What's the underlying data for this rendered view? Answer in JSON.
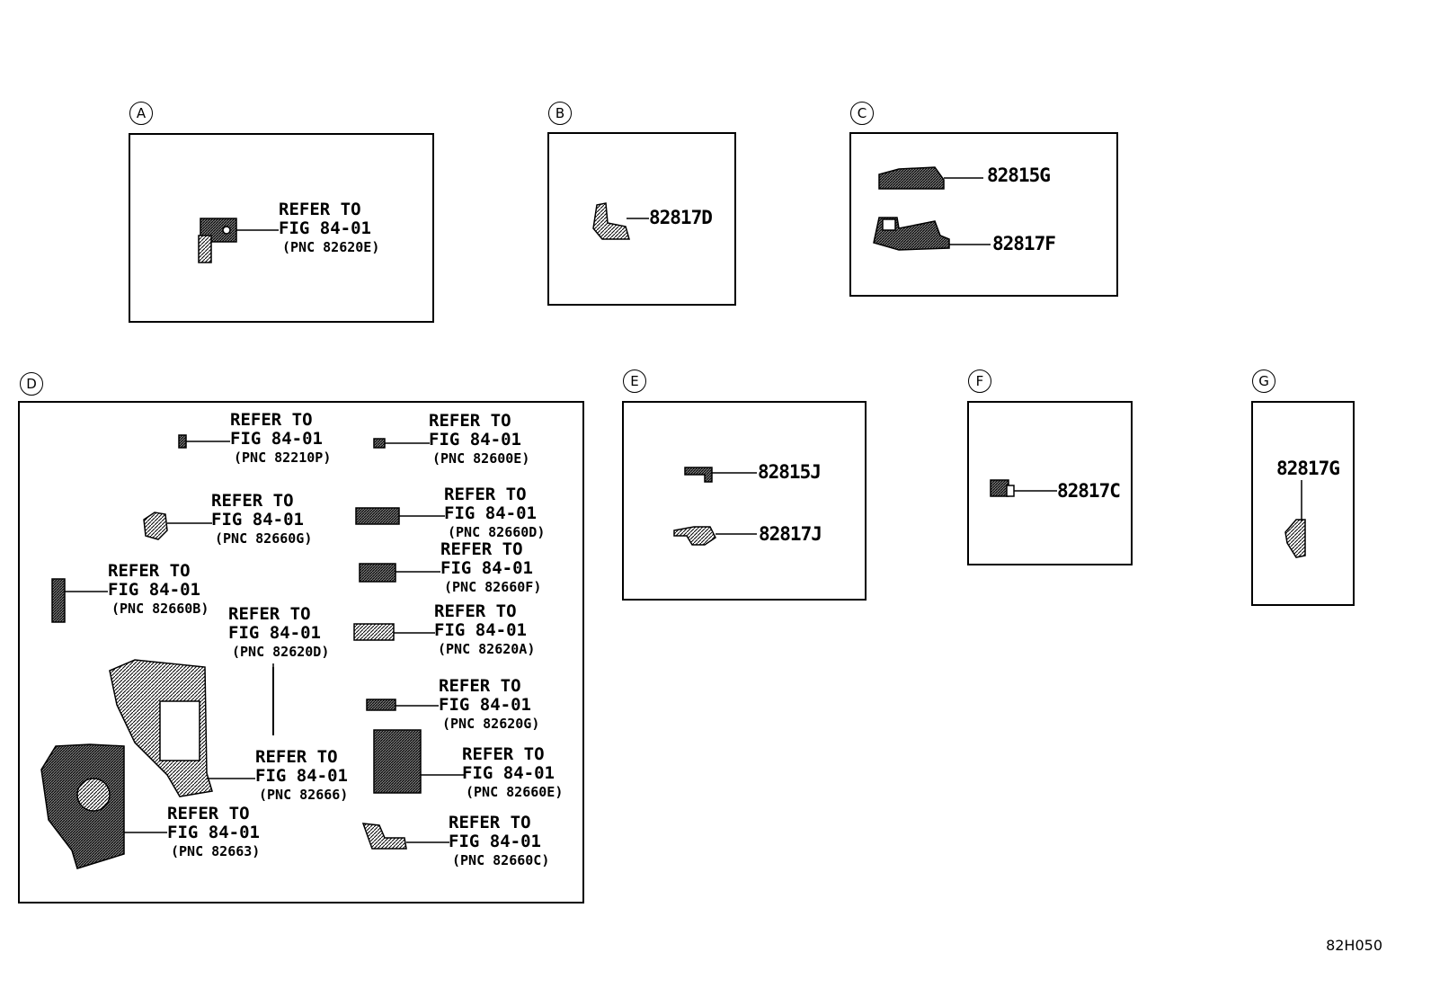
{
  "panels": {
    "A": {
      "letter": "A",
      "callout": {
        "line1": "REFER TO",
        "line2": "FIG 84-01",
        "line3": "(PNC 82620E)"
      }
    },
    "B": {
      "letter": "B",
      "part": "82817D"
    },
    "C": {
      "letter": "C",
      "parts": [
        "82815G",
        "82817F"
      ]
    },
    "D": {
      "letter": "D",
      "callouts": [
        {
          "line1": "REFER TO",
          "line2": "FIG 84-01",
          "line3": "(PNC 82210P)"
        },
        {
          "line1": "REFER TO",
          "line2": "FIG 84-01",
          "line3": "(PNC 82600E)"
        },
        {
          "line1": "REFER TO",
          "line2": "FIG 84-01",
          "line3": "(PNC 82660G)"
        },
        {
          "line1": "REFER TO",
          "line2": "FIG 84-01",
          "line3": "(PNC 82660D)"
        },
        {
          "line1": "REFER TO",
          "line2": "FIG 84-01",
          "line3": "(PNC 82660F)"
        },
        {
          "line1": "REFER TO",
          "line2": "FIG 84-01",
          "line3": "(PNC 82660B)"
        },
        {
          "line1": "REFER TO",
          "line2": "FIG 84-01",
          "line3": "(PNC 82620D)"
        },
        {
          "line1": "REFER TO",
          "line2": "FIG 84-01",
          "line3": "(PNC 82620A)"
        },
        {
          "line1": "REFER TO",
          "line2": "FIG 84-01",
          "line3": "(PNC 82620G)"
        },
        {
          "line1": "REFER TO",
          "line2": "FIG 84-01",
          "line3": "(PNC 82666)"
        },
        {
          "line1": "REFER TO",
          "line2": "FIG 84-01",
          "line3": "(PNC 82660E)"
        },
        {
          "line1": "REFER TO",
          "line2": "FIG 84-01",
          "line3": "(PNC 82663)"
        },
        {
          "line1": "REFER TO",
          "line2": "FIG 84-01",
          "line3": "(PNC 82660C)"
        }
      ]
    },
    "E": {
      "letter": "E",
      "parts": [
        "82815J",
        "82817J"
      ]
    },
    "F": {
      "letter": "F",
      "part": "82817C"
    },
    "G": {
      "letter": "G",
      "part": "82817G"
    }
  },
  "diagram_code": "82H050"
}
